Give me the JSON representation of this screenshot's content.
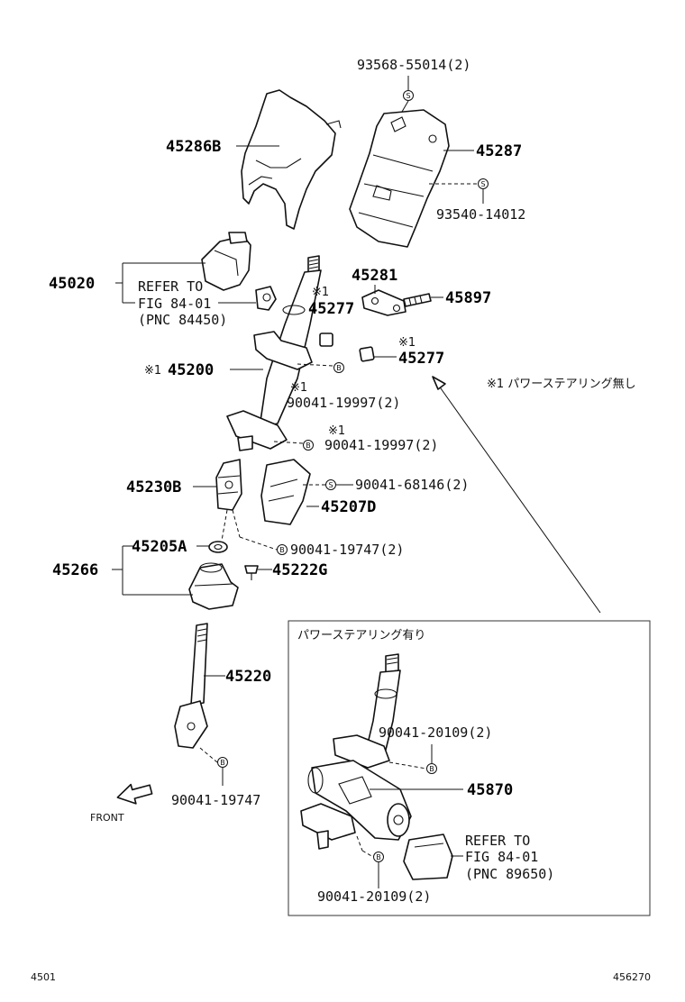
{
  "parts": {
    "p93568": "93568-55014(2)",
    "p45286B": "45286B",
    "p45287": "45287",
    "p93540": "93540-14012",
    "p45020": "45020",
    "refer1_l1": "REFER TO",
    "refer1_l2": "FIG 84-01",
    "refer1_l3": "(PNC 84450)",
    "p45281": "45281",
    "p45897": "45897",
    "p45277a": "45277",
    "p45277b": "45277",
    "p45200": "45200",
    "p90041_19997_a": "90041-19997(2)",
    "p90041_19997_b": "90041-19997(2)",
    "p45230B": "45230B",
    "p90041_68146": "90041-68146(2)",
    "p45207D": "45207D",
    "p45205A": "45205A",
    "p90041_19747_2": "90041-19747(2)",
    "p45266": "45266",
    "p45222G": "45222G",
    "p45220": "45220",
    "p90041_19747": "90041-19747",
    "front": "FRONT",
    "p90041_20109_a": "90041-20109(2)",
    "p45870": "45870",
    "refer2_l1": "REFER TO",
    "refer2_l2": "FIG 84-01",
    "refer2_l3": "(PNC 89650)",
    "p90041_20109_b": "90041-20109(2)"
  },
  "notes": {
    "mark": "※1",
    "legend": "※1 パワーステアリング無し",
    "inset_title": "パワーステアリング有り",
    "symbol_s": "S",
    "symbol_b": "B"
  },
  "footer": {
    "left": "4501",
    "right": "456270"
  }
}
